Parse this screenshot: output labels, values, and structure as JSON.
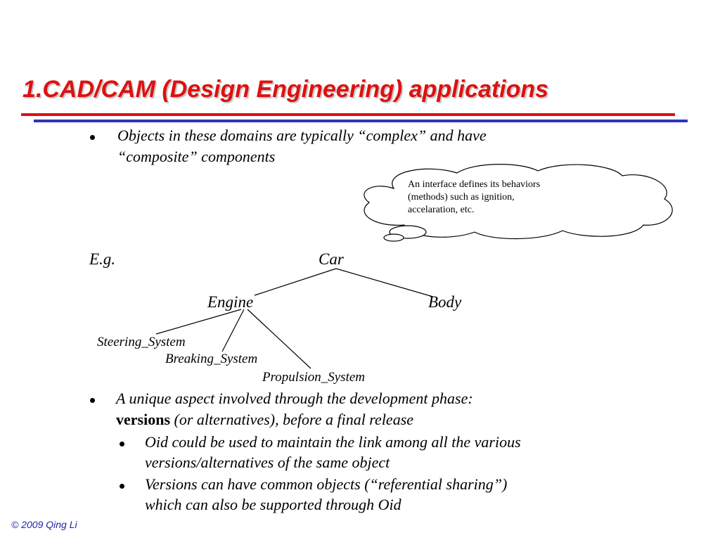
{
  "slide": {
    "title": "1.CAD/CAM (Design Engineering) applications",
    "bullet1": {
      "line1": "Objects in these domains are typically “complex” and have",
      "line2": "“composite” components"
    },
    "cloud_text": "An interface defines its behaviors\n(methods) such as ignition,\naccelaration, etc.",
    "tree": {
      "eg_label": "E.g.",
      "root": "Car",
      "children": [
        "Engine",
        "Body"
      ],
      "engine_parts": [
        "Steering_System",
        "Breaking_System",
        "Propulsion_System"
      ]
    },
    "bullet2": {
      "line1": "A unique aspect involved through the development phase:",
      "line2_bold": "versions",
      "line2_rest": " (or alternatives), before a final release"
    },
    "sub_bullets": [
      {
        "line1": "Oid could be used to maintain the link among all the various",
        "line2": "versions/alternatives of the same object"
      },
      {
        "line1": "Versions can have common objects (“referential sharing”)",
        "line2": "which can also be supported through Oid"
      }
    ],
    "footer": "© 2009  Qing Li"
  },
  "colors": {
    "title": "#dd1111",
    "rule_red": "#dd1111",
    "rule_blue": "#3333bb",
    "footer": "#2222aa"
  }
}
